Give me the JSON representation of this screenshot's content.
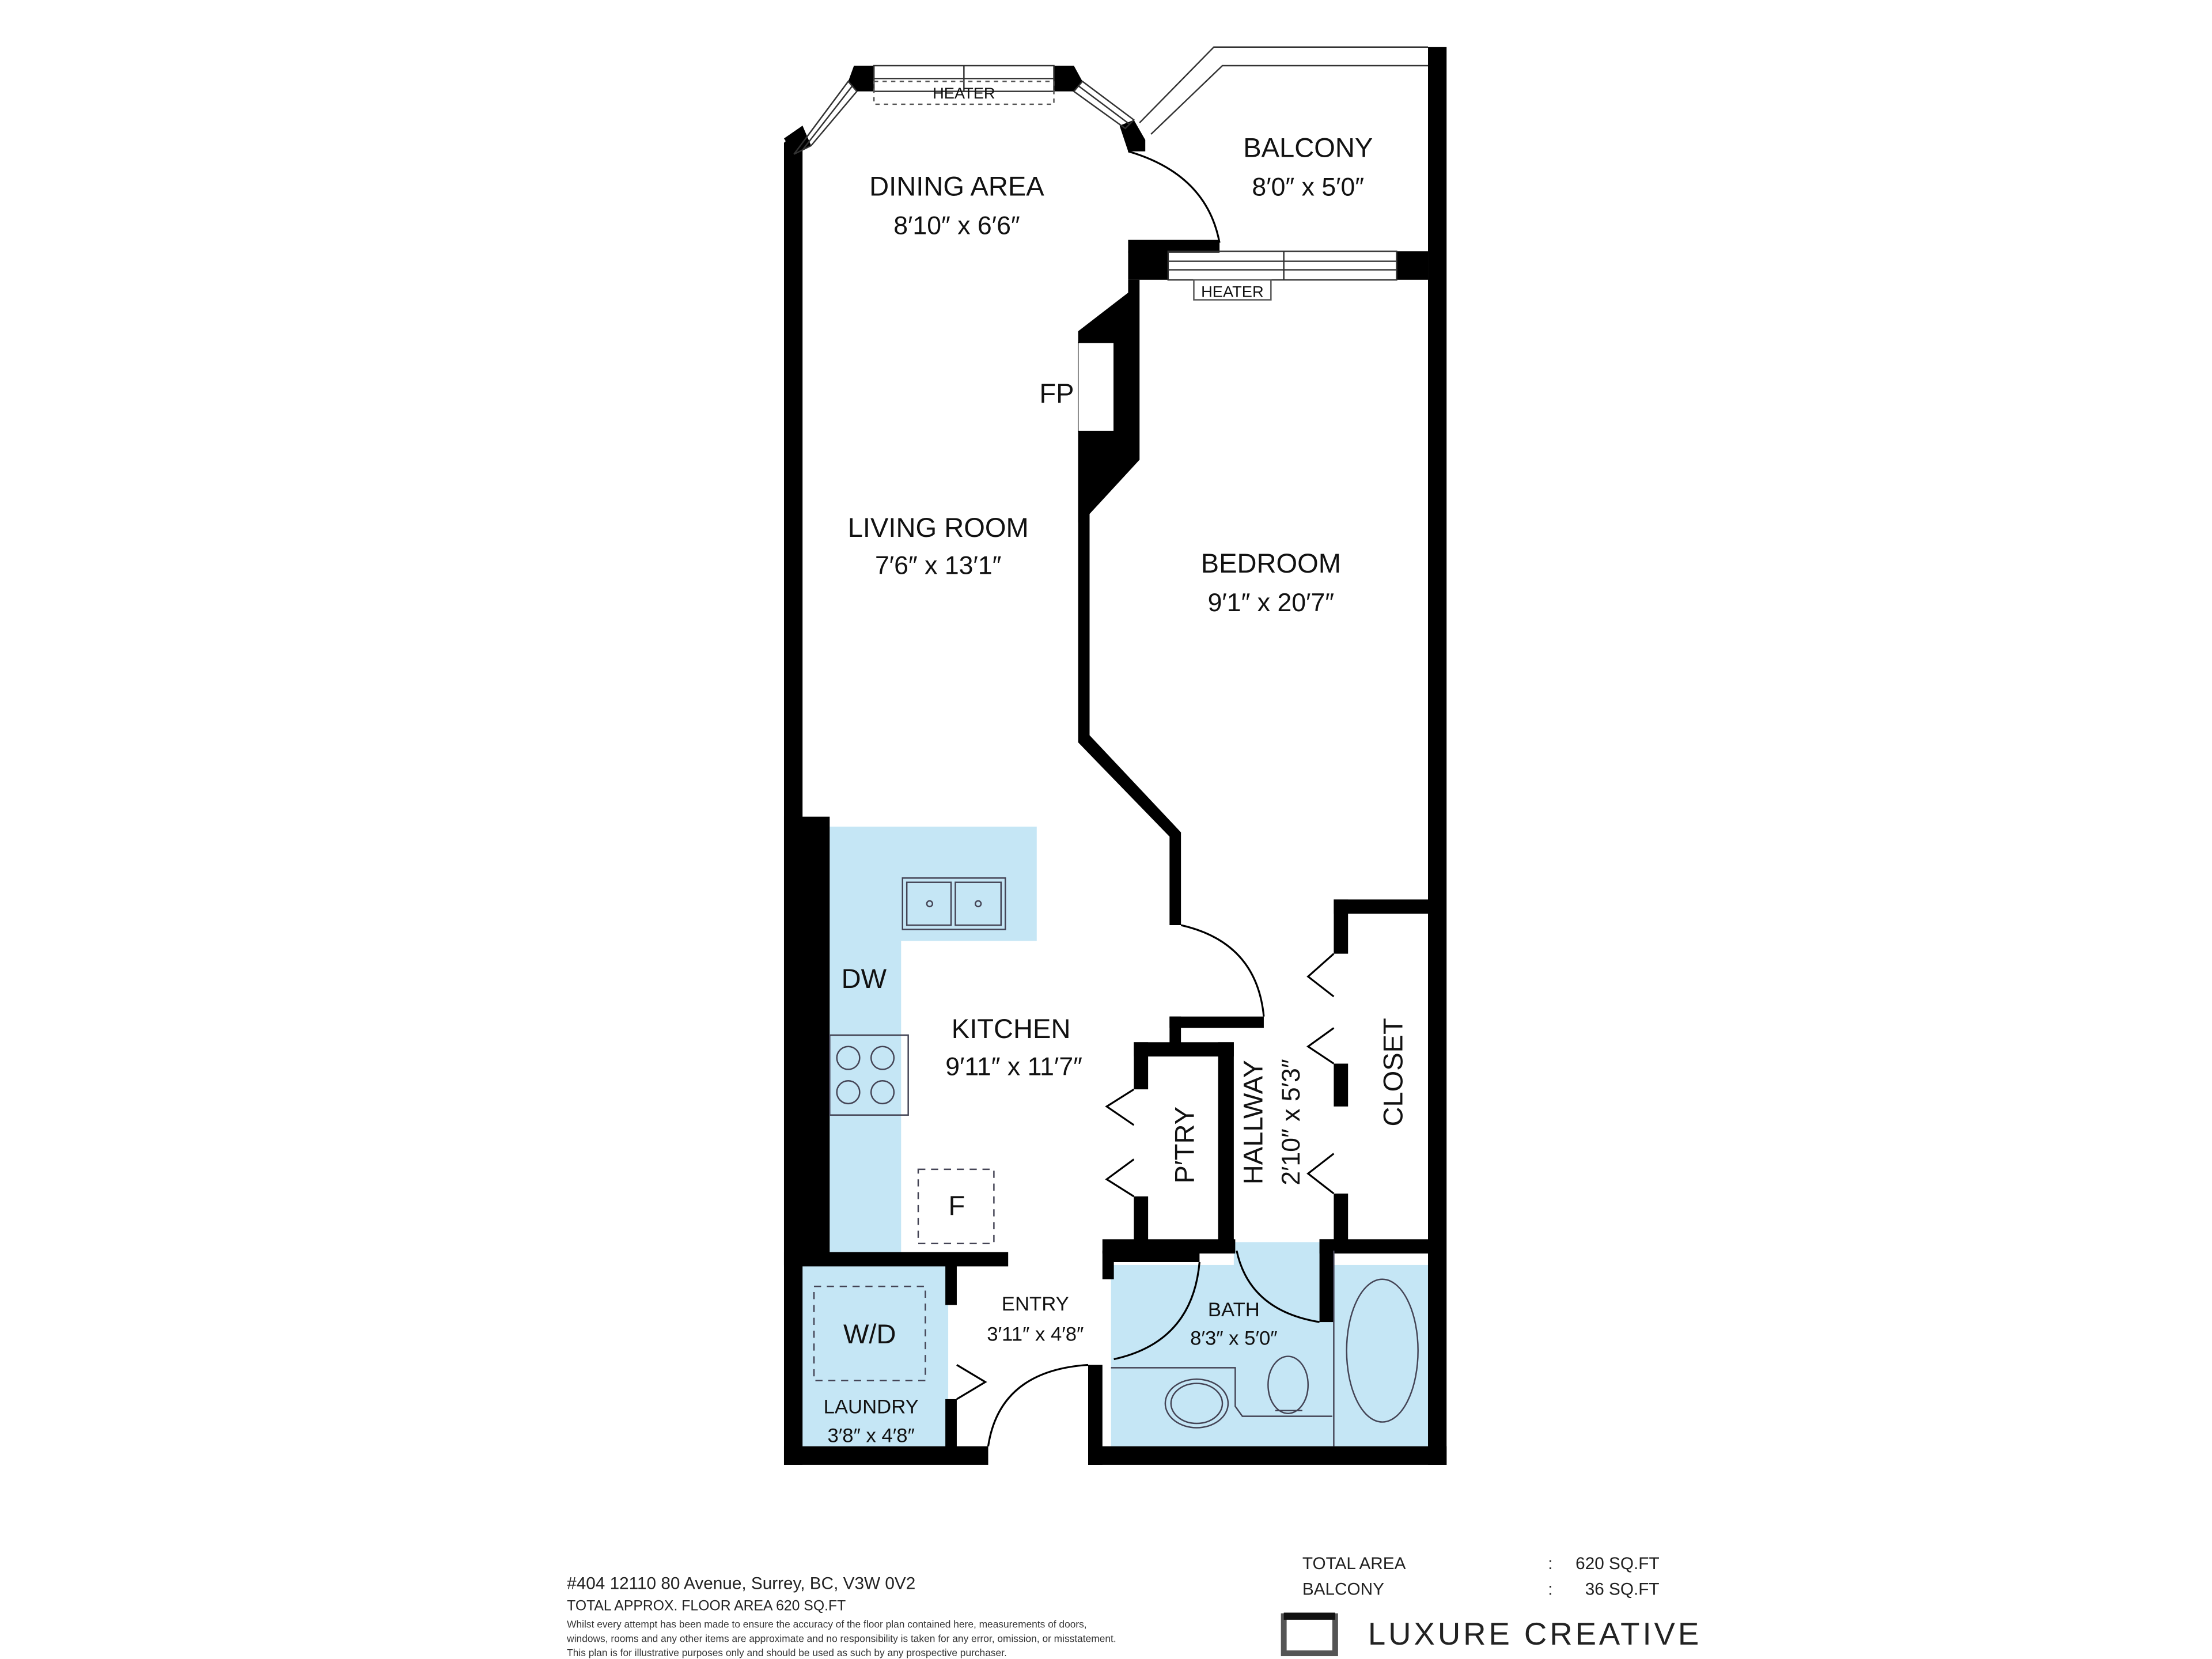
{
  "colors": {
    "wall": "#000000",
    "wet_area_fill": "#c5e6f5",
    "background": "#ffffff",
    "text": "#111111"
  },
  "rooms": {
    "dining": {
      "name": "DINING AREA",
      "dims": "8′10″ x 6′6″"
    },
    "balcony": {
      "name": "BALCONY",
      "dims": "8′0″ x 5′0″"
    },
    "living": {
      "name": "LIVING ROOM",
      "dims": "7′6″ x 13′1″"
    },
    "bedroom": {
      "name": "BEDROOM",
      "dims": "9′1″ x 20′7″"
    },
    "kitchen": {
      "name": "KITCHEN",
      "dims": "9′11″ x 11′7″"
    },
    "pantry": {
      "name": "P′TRY"
    },
    "hallway": {
      "name": "HALLWAY",
      "dims": "2′10″ x 5′3″"
    },
    "closet": {
      "name": "CLOSET"
    },
    "entry": {
      "name": "ENTRY",
      "dims": "3′11″ x 4′8″"
    },
    "bath": {
      "name": "BATH",
      "dims": "8′3″ x 5′0″"
    },
    "laundry": {
      "name": "LAUNDRY",
      "dims": "3′8″ x 4′8″"
    }
  },
  "fixtures": {
    "heater_dining": "HEATER",
    "heater_bedroom": "HEATER",
    "fireplace": "FP",
    "dishwasher": "DW",
    "fridge": "F",
    "washer_dryer": "W/D"
  },
  "footer": {
    "address": "#404 12110 80 Avenue, Surrey, BC, V3W 0V2",
    "floor_area": "TOTAL APPROX. FLOOR AREA 620 SQ.FT",
    "disclaimer_1": "Whilst every attempt has been made to ensure the accuracy of the floor plan contained here, measurements of doors,",
    "disclaimer_2": "windows, rooms and any other items are approximate and no responsibility is taken for any error, omission, or misstatement.",
    "disclaimer_3": "This plan is for illustrative purposes only and should be used as such by any prospective purchaser."
  },
  "area_summary": [
    {
      "label": "TOTAL AREA",
      "sep": ":",
      "value": "620 SQ.FT"
    },
    {
      "label": "BALCONY",
      "sep": ":",
      "value": "36 SQ.FT"
    }
  ],
  "brand": {
    "name": "LUXURE CREATIVE"
  }
}
